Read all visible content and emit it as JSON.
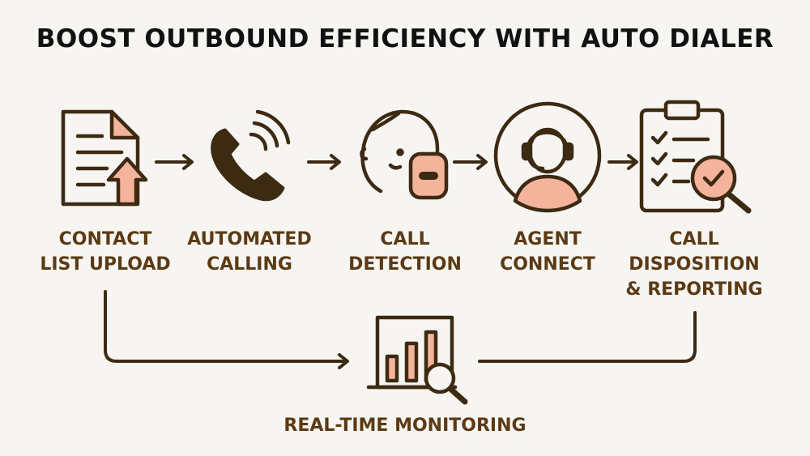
{
  "title": "BOOST OUTBOUND EFFICIENCY WITH AUTO DIALER",
  "colors": {
    "outline": "#3d2a12",
    "accent": "#f4b39b",
    "label": "#5b3a14",
    "background": "#f6f5f2"
  },
  "steps": [
    {
      "icon": "document-upload-icon",
      "lines": [
        "CONTACT",
        "LIST UPLOAD"
      ]
    },
    {
      "icon": "phone-ringing-icon",
      "lines": [
        "AUTOMATED",
        "CALLING"
      ]
    },
    {
      "icon": "face-with-voicemail-icon",
      "lines": [
        "CALL",
        "DETECTION"
      ]
    },
    {
      "icon": "agent-headset-icon",
      "lines": [
        "AGENT",
        "CONNECT"
      ]
    },
    {
      "icon": "clipboard-checklist-icon",
      "lines": [
        "CALL",
        "DISPOSITION",
        "& REPORTING"
      ]
    }
  ],
  "monitoring": {
    "icon": "bar-chart-magnifier-icon",
    "label": "REAL-TIME MONITORING"
  }
}
